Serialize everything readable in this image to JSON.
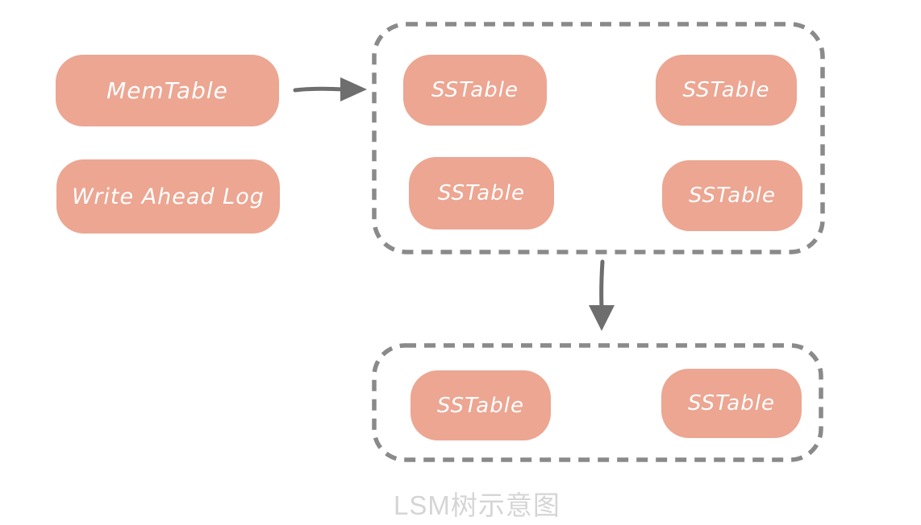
{
  "diagram": {
    "caption": "LSM树示意图",
    "colors": {
      "node_fill": "#ECA692",
      "node_text": "#FFFFFF",
      "dashed_border": "#8A8A8A",
      "arrow": "#6E6E6E",
      "caption_text": "#D5D5D5",
      "background": "#FFFFFF"
    },
    "left_column": {
      "memtable_label": "MemTable",
      "wal_label": "Write Ahead Log"
    },
    "level1": {
      "sstables": [
        {
          "label": "SSTable"
        },
        {
          "label": "SSTable"
        },
        {
          "label": "SSTable"
        },
        {
          "label": "SSTable"
        }
      ]
    },
    "level2": {
      "sstables": [
        {
          "label": "SSTable"
        },
        {
          "label": "SSTable"
        }
      ]
    },
    "arrows": [
      {
        "name": "memtable-to-level1",
        "direction": "right"
      },
      {
        "name": "level1-to-level2",
        "direction": "down"
      }
    ]
  }
}
